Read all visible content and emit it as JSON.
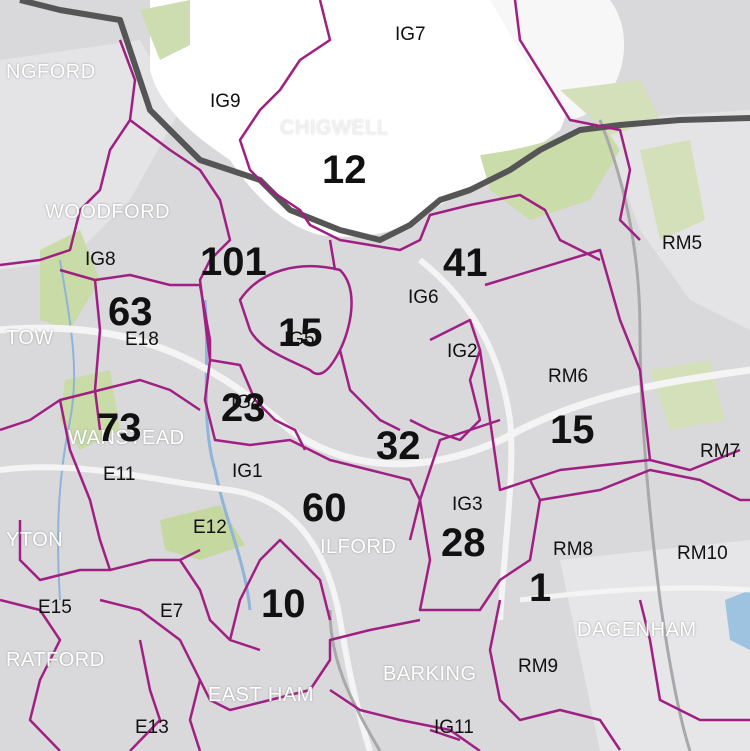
{
  "map": {
    "colors": {
      "land": "#d9d9db",
      "urban": "#e8e8ea",
      "forest": "#ffffff",
      "green": "#c8d9a8",
      "water": "#a8c8e0",
      "boundary": "#a01f82",
      "borough": "#555555",
      "road": "#f4f4f4",
      "river": "#8fb4d8"
    },
    "place_names": [
      {
        "id": "ngford",
        "text": "NGFORD"
      },
      {
        "id": "chigwell",
        "text": "CHIGWELL"
      },
      {
        "id": "woodford",
        "text": "WOODFORD"
      },
      {
        "id": "tow",
        "text": "TOW"
      },
      {
        "id": "wanstead",
        "text": "WANSTEAD"
      },
      {
        "id": "yton",
        "text": "YTON"
      },
      {
        "id": "ilford",
        "text": "ILFORD"
      },
      {
        "id": "ratford",
        "text": "RATFORD"
      },
      {
        "id": "east-ham",
        "text": "EAST HAM"
      },
      {
        "id": "barking",
        "text": "BARKING"
      },
      {
        "id": "dagenham",
        "text": "DAGENHAM"
      }
    ],
    "districts": [
      {
        "id": "ig7",
        "text": "IG7"
      },
      {
        "id": "ig9",
        "text": "IG9"
      },
      {
        "id": "ig8",
        "text": "IG8"
      },
      {
        "id": "e18",
        "text": "E18"
      },
      {
        "id": "ig6",
        "text": "IG6"
      },
      {
        "id": "ig5",
        "text": "IG5"
      },
      {
        "id": "ig2",
        "text": "IG2"
      },
      {
        "id": "ig4",
        "text": "IG4"
      },
      {
        "id": "rm5",
        "text": "RM5"
      },
      {
        "id": "rm6",
        "text": "RM6"
      },
      {
        "id": "rm7",
        "text": "RM7"
      },
      {
        "id": "e11",
        "text": "E11"
      },
      {
        "id": "ig1",
        "text": "IG1"
      },
      {
        "id": "ig3",
        "text": "IG3"
      },
      {
        "id": "e12",
        "text": "E12"
      },
      {
        "id": "rm8",
        "text": "RM8"
      },
      {
        "id": "rm10",
        "text": "RM10"
      },
      {
        "id": "e15",
        "text": "E15"
      },
      {
        "id": "e7",
        "text": "E7"
      },
      {
        "id": "rm9",
        "text": "RM9"
      },
      {
        "id": "e13",
        "text": "E13"
      },
      {
        "id": "ig11",
        "text": "IG11"
      }
    ],
    "counts": [
      {
        "id": "ig7",
        "value": "12"
      },
      {
        "id": "ig8",
        "value": "101"
      },
      {
        "id": "ig6",
        "value": "41"
      },
      {
        "id": "e18",
        "value": "63"
      },
      {
        "id": "ig5",
        "value": "15"
      },
      {
        "id": "e11",
        "value": "73"
      },
      {
        "id": "ig4",
        "value": "23"
      },
      {
        "id": "ig2",
        "value": "32"
      },
      {
        "id": "rm6",
        "value": "15"
      },
      {
        "id": "ig1",
        "value": "60"
      },
      {
        "id": "ig3",
        "value": "28"
      },
      {
        "id": "rm8",
        "value": "1"
      },
      {
        "id": "e12",
        "value": "10"
      }
    ]
  }
}
